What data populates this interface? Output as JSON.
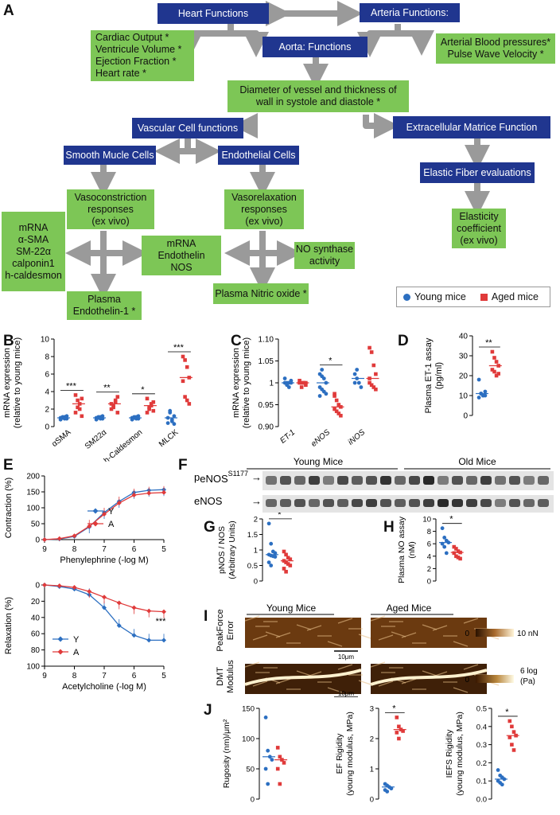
{
  "panels": {
    "A": "A",
    "B": "B",
    "C": "C",
    "D": "D",
    "E": "E",
    "F": "F",
    "G": "G",
    "H": "H",
    "I": "I",
    "J": "J"
  },
  "flowchart": {
    "heart_functions": "Heart Functions",
    "arteria_functions": "Arteria Functions:",
    "aorta_functions": "Aorta: Functions",
    "heart_params": [
      "Cardiac Output *",
      "Ventricule Volume *",
      "Ejection Fraction *",
      "Heart rate *"
    ],
    "arteria_params": [
      "Arterial Blood pressures*",
      "Pulse Wave Velocity *"
    ],
    "diameter": [
      "Diameter of vessel and thickness of",
      "wall in systole and diastole *"
    ],
    "vascular_cell": "Vascular Cell functions",
    "extracellular": "Extracellular Matrice Function",
    "smooth_muscle": "Smooth Mucle Cells",
    "endothelial": "Endothelial Cells",
    "elastic_fiber": "Elastic Fiber evaluations",
    "vasoconstriction": [
      "Vasoconstriction",
      "responses",
      "(ex vivo)"
    ],
    "vasorelaxation": [
      "Vasorelaxation",
      "responses",
      "(ex vivo)"
    ],
    "elasticity": [
      "Elasticity",
      "coefficient",
      "(ex vivo)"
    ],
    "mrna_smc": [
      "mRNA",
      "α-SMA",
      "SM-22α",
      "calponin1",
      "h-caldesmon"
    ],
    "mrna_endo": [
      "mRNA",
      "Endothelin",
      "NOS"
    ],
    "no_synthase": [
      "NO synthase",
      "activity"
    ],
    "plasma_endothelin": [
      "Plasma",
      "Endothelin-1 *"
    ],
    "plasma_no": "Plasma Nitric oxide *"
  },
  "legend": {
    "young": "Young mice",
    "aged": "Aged mice"
  },
  "colors": {
    "young": "#2c6fc1",
    "aged": "#e03a3a",
    "blue_box": "#20368f",
    "green_box": "#7dc656",
    "arrow": "#9a9a9a"
  },
  "chart_data": [
    {
      "panel": "B",
      "type": "scatter",
      "ylabel": [
        "mRNA expression",
        "(relative to young mice)"
      ],
      "ylim": [
        0,
        10
      ],
      "yticks": [
        0,
        2,
        4,
        6,
        8,
        10
      ],
      "categories": [
        "αSMA",
        "SM22α",
        "h-Caldesmon",
        "MLCK"
      ],
      "significance": [
        "***",
        "**",
        "*",
        "***"
      ],
      "series": [
        {
          "name": "Young mice",
          "values": [
            [
              1,
              1.1,
              0.9,
              1.2,
              0.8,
              1,
              1.1,
              0.9
            ],
            [
              1,
              1.1,
              0.9,
              1.2,
              0.8,
              1,
              1.1,
              0.9
            ],
            [
              1,
              1.1,
              0.9,
              1.2,
              0.8,
              1,
              1.1,
              0.9
            ],
            [
              1,
              1.6,
              0.6,
              1.2,
              0.4,
              1.8,
              0.8,
              0.3
            ]
          ]
        },
        {
          "name": "Aged mice",
          "values": [
            [
              1.6,
              2.2,
              2.6,
              3.2,
              3.6,
              3.0,
              2.0,
              1.2
            ],
            [
              2.0,
              2.4,
              2.8,
              3.4,
              2.6,
              2.2,
              3.0,
              1.6
            ],
            [
              1.6,
              2.0,
              2.4,
              2.8,
              3.2,
              2.2,
              2.6,
              1.8
            ],
            [
              8.0,
              7.6,
              6.8,
              5.6,
              5.2,
              3.4,
              3.0,
              2.6
            ]
          ]
        }
      ]
    },
    {
      "panel": "C",
      "type": "scatter",
      "ylabel": [
        "mRNA expression",
        "(relative to young mice)"
      ],
      "ylim": [
        0.9,
        1.1
      ],
      "yticks": [
        0.9,
        0.95,
        1,
        1.05,
        1.1
      ],
      "categories": [
        "ET-1",
        "eNOS",
        "iNOS"
      ],
      "significance": [
        "",
        "*",
        ""
      ],
      "series": [
        {
          "name": "Young mice",
          "values": [
            [
              1.0,
              1.0,
              0.99,
              1.0,
              1.01,
              0.995,
              1.0,
              1.005
            ],
            [
              1.02,
              1.015,
              1.01,
              1.0,
              0.99,
              0.985,
              0.98,
              0.975,
              0.97,
              1.03
            ],
            [
              1.02,
              1.01,
              1.0,
              0.99,
              1.0,
              1.03
            ]
          ]
        },
        {
          "name": "Aged mice",
          "values": [
            [
              1.0,
              1.0,
              1.0,
              0.995,
              1.005,
              0.99,
              1.0,
              1.0
            ],
            [
              0.97,
              0.96,
              0.95,
              0.945,
              0.94,
              0.935,
              0.93,
              0.925,
              0.975
            ],
            [
              1.08,
              1.07,
              1.04,
              1.02,
              1.0,
              0.995,
              0.99,
              0.985,
              1.01
            ]
          ]
        }
      ]
    },
    {
      "panel": "D",
      "type": "scatter",
      "ylabel": [
        "Plasma ET-1 assay",
        "(pg/ml)"
      ],
      "ylim": [
        0,
        40
      ],
      "yticks": [
        0,
        10,
        20,
        30,
        40
      ],
      "significance": "**",
      "series": [
        {
          "name": "Young mice",
          "values": [
            18,
            11,
            10,
            10,
            9,
            11,
            10,
            12
          ]
        },
        {
          "name": "Aged mice",
          "values": [
            32,
            29,
            27,
            25,
            23,
            22,
            20,
            21
          ]
        }
      ]
    },
    {
      "panel": "E-top",
      "type": "line",
      "ylabel": "Contraction (%)",
      "xlabel": "Phenylephrine (-log M)",
      "x": [
        9,
        8.5,
        8,
        7.5,
        7,
        6.5,
        6,
        5.5,
        5
      ],
      "xticks": [
        9,
        8,
        7,
        6,
        5
      ],
      "ylim": [
        0,
        200
      ],
      "yticks": [
        0,
        50,
        100,
        150,
        200
      ],
      "series": [
        {
          "name": "Y",
          "values": [
            0,
            2,
            10,
            40,
            85,
            120,
            148,
            155,
            157
          ]
        },
        {
          "name": "A",
          "values": [
            0,
            3,
            12,
            42,
            80,
            115,
            140,
            146,
            148
          ]
        }
      ]
    },
    {
      "panel": "E-bottom",
      "type": "line",
      "ylabel": "Relaxation (%)",
      "xlabel": "Acetylcholine (-log M)",
      "x": [
        9,
        8.5,
        8,
        7.5,
        7,
        6.5,
        6,
        5.5,
        5
      ],
      "xticks": [
        9,
        8,
        7,
        6,
        5
      ],
      "ylim": [
        0,
        100
      ],
      "yticks": [
        0,
        20,
        40,
        60,
        80,
        100
      ],
      "significance": "***",
      "series": [
        {
          "name": "Y",
          "values": [
            0,
            2,
            5,
            12,
            28,
            50,
            62,
            68,
            68
          ]
        },
        {
          "name": "A",
          "values": [
            0,
            1,
            3,
            8,
            15,
            22,
            28,
            32,
            33
          ]
        }
      ]
    },
    {
      "panel": "G",
      "type": "scatter",
      "ylabel": [
        "pNOS / NOS",
        "(Arbitrary Units)"
      ],
      "ylim": [
        0,
        2
      ],
      "yticks": [
        0,
        0.5,
        1.0,
        1.5,
        2.0
      ],
      "significance": "*",
      "series": [
        {
          "name": "Young mice",
          "values": [
            1.85,
            1.2,
            0.95,
            0.9,
            0.85,
            0.82,
            0.8,
            0.78,
            0.6,
            0.5
          ]
        },
        {
          "name": "Aged mice",
          "values": [
            0.95,
            0.85,
            0.75,
            0.7,
            0.65,
            0.6,
            0.55,
            0.5,
            0.4,
            0.3
          ]
        }
      ]
    },
    {
      "panel": "H",
      "type": "scatter",
      "ylabel": [
        "Plasma NO assay",
        "(nM)"
      ],
      "ylim": [
        0,
        10
      ],
      "yticks": [
        0,
        2,
        4,
        6,
        8,
        10
      ],
      "significance": "*",
      "series": [
        {
          "name": "Young mice",
          "values": [
            8.5,
            7.0,
            6.5,
            6.2,
            6.0,
            5.5,
            4.5
          ]
        },
        {
          "name": "Aged mice",
          "values": [
            5.5,
            5.2,
            4.8,
            4.6,
            4.5,
            4.0,
            3.8,
            3.6
          ]
        }
      ]
    },
    {
      "panel": "J1",
      "type": "scatter",
      "ylabel": "Rugosity (nm)/μm²",
      "ylim": [
        0,
        150
      ],
      "yticks": [
        0,
        50,
        100,
        150
      ],
      "series": [
        {
          "name": "Young mice",
          "values": [
            135,
            80,
            70,
            65,
            50,
            25
          ]
        },
        {
          "name": "Aged mice",
          "values": [
            85,
            70,
            65,
            60,
            50,
            25
          ]
        }
      ]
    },
    {
      "panel": "J2",
      "type": "scatter",
      "ylabel": [
        "EF Rigidity",
        "(young modulus, MPa)"
      ],
      "ylim": [
        0,
        3
      ],
      "yticks": [
        0,
        1,
        2,
        3
      ],
      "significance": "*",
      "series": [
        {
          "name": "Young mice",
          "values": [
            0.5,
            0.45,
            0.4,
            0.35,
            0.3,
            0.25
          ]
        },
        {
          "name": "Aged mice",
          "values": [
            2.7,
            2.4,
            2.3,
            2.25,
            2.2,
            2.0
          ]
        }
      ]
    },
    {
      "panel": "J3",
      "type": "scatter",
      "ylabel": [
        "IEFS Rigidity",
        "(young modulus, MPa)"
      ],
      "ylim": [
        0,
        0.5
      ],
      "yticks": [
        0,
        0.1,
        0.2,
        0.3,
        0.4,
        0.5
      ],
      "significance": "*",
      "series": [
        {
          "name": "Young mice",
          "values": [
            0.16,
            0.13,
            0.12,
            0.11,
            0.1,
            0.09,
            0.08
          ]
        },
        {
          "name": "Aged mice",
          "values": [
            0.43,
            0.4,
            0.37,
            0.35,
            0.34,
            0.3,
            0.27
          ]
        }
      ]
    }
  ],
  "blot": {
    "young_label": "Young Mice",
    "old_label": "Old Mice",
    "peNOS_label_main": "p",
    "peNOS_label_sub": "eNOS",
    "peNOS_label_sup": "S1177",
    "enos_label": "eNOS",
    "arrow": "→"
  },
  "afm": {
    "young_label": "Young Mice",
    "aged_label": "Aged Mice",
    "row1_label": [
      "PeakForce",
      "Error"
    ],
    "row2_label": [
      "DMT",
      "Modulus"
    ],
    "scale1_min": "0",
    "scale1_max": "10 nN",
    "scale2_min": "0",
    "scale2_max": [
      "6 log",
      "(Pa)"
    ],
    "scalebar": "10μm"
  },
  "e_legend": {
    "y": "Y",
    "a": "A"
  }
}
